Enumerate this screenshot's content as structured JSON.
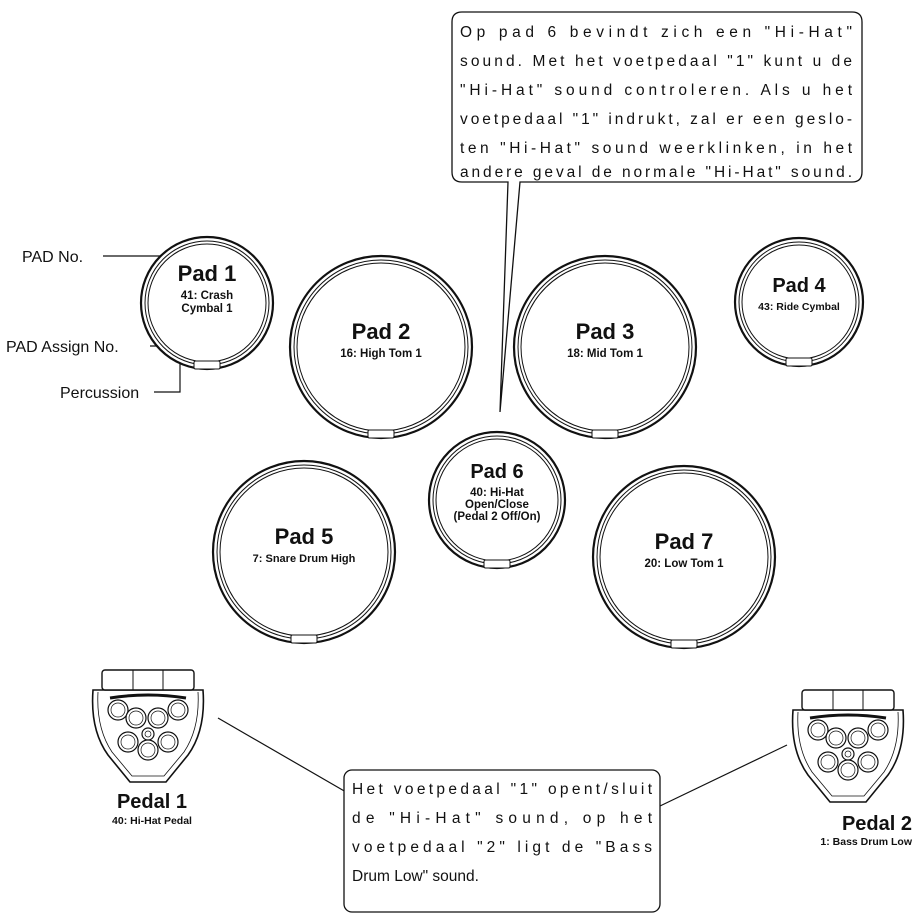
{
  "top_callout": {
    "lines": [
      "Op pad 6 bevindt zich een \"Hi-Hat\"",
      "sound. Met het voetpedaal \"1\" kunt u de",
      "\"Hi-Hat\" sound controleren. Als u het",
      "voetpedaal \"1\" indrukt, zal er een geslo-",
      "ten \"Hi-Hat\" sound weerklinken, in het",
      "andere geval de normale \"Hi-Hat\" sound."
    ]
  },
  "legend": {
    "pad_no": "PAD No.",
    "pad_assign_no": "PAD Assign No.",
    "percussion": "Percussion"
  },
  "pads": [
    {
      "title": "Pad 1",
      "lines": [
        "41: Crash",
        "Cymbal 1"
      ]
    },
    {
      "title": "Pad 2",
      "lines": [
        "16: High Tom 1"
      ]
    },
    {
      "title": "Pad 3",
      "lines": [
        "18: Mid Tom 1"
      ]
    },
    {
      "title": "Pad 4",
      "lines": [
        "43: Ride Cymbal"
      ]
    },
    {
      "title": "Pad 5",
      "lines": [
        "7: Snare Drum High"
      ]
    },
    {
      "title": "Pad 6",
      "lines": [
        "40: Hi-Hat",
        "Open/Close",
        "(Pedal 2 Off/On)"
      ]
    },
    {
      "title": "Pad 7",
      "lines": [
        "20: Low Tom 1"
      ]
    }
  ],
  "pedals": [
    {
      "title": "Pedal 1",
      "sub": "40: Hi-Hat Pedal"
    },
    {
      "title": "Pedal 2",
      "sub": "1: Bass Drum Low"
    }
  ],
  "bottom_callout": {
    "lines": [
      "Het voetpedaal \"1\" opent/sluit",
      "de \"Hi-Hat\" sound, op het",
      "voetpedaal \"2\" ligt de \"Bass",
      "Drum Low\" sound."
    ]
  }
}
